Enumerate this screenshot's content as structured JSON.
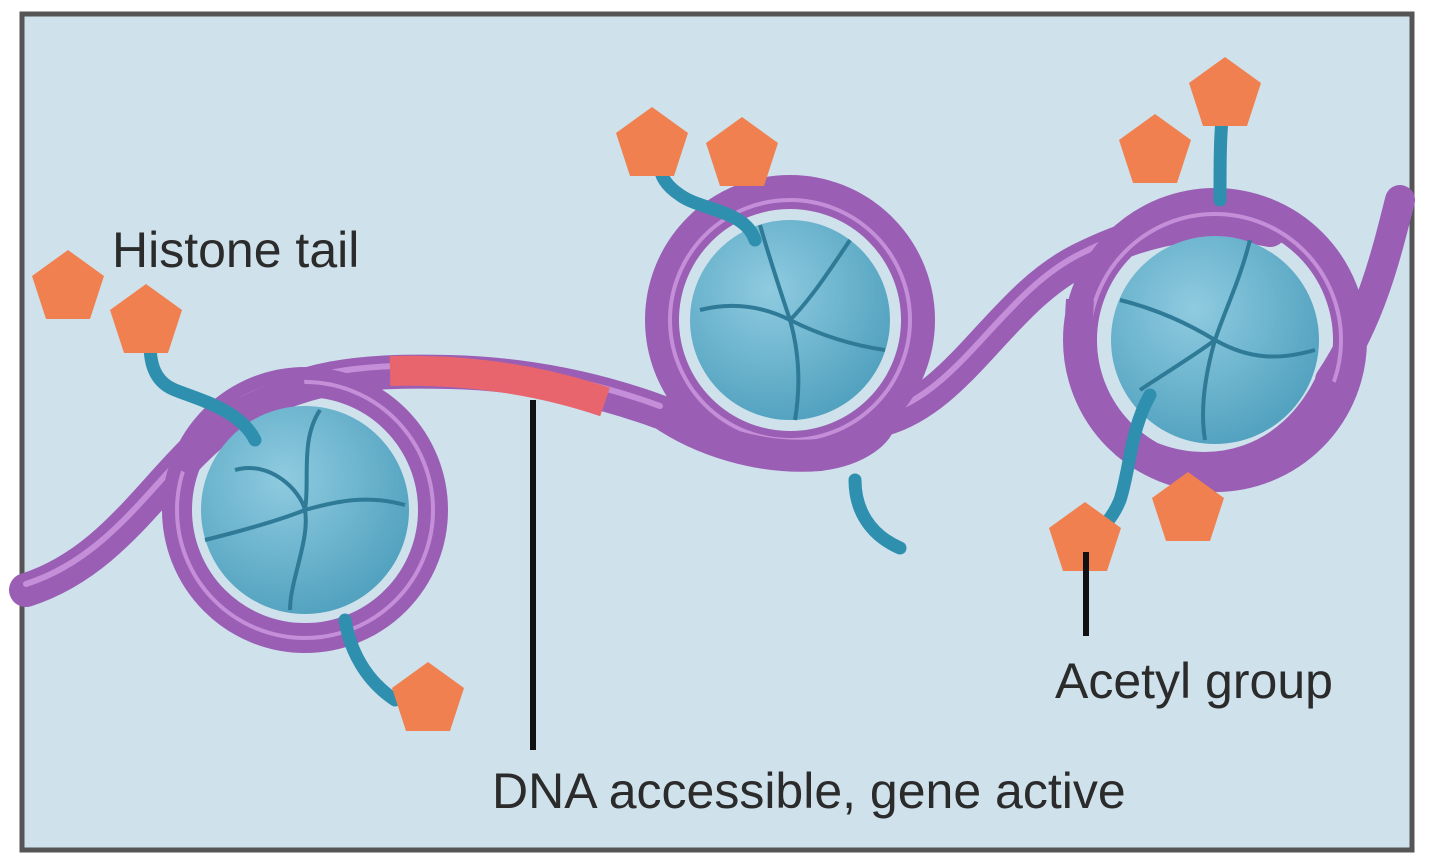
{
  "diagram": {
    "labels": {
      "histone_tail": "Histone tail",
      "dna_accessible": "DNA accessible, gene active",
      "acetyl_group": "Acetyl group"
    },
    "colors": {
      "background": "#cfe2ec",
      "frame": "#555555",
      "dna": "#9a5fb4",
      "dna_highlight": "#c48fd8",
      "dna_active_region": "#e8656d",
      "histone_core": "#4fa0be",
      "histone_core_light": "#8fcbe0",
      "histone_seam": "#2f7a97",
      "histone_tail": "#2e8fae",
      "acetyl_group": "#f0804f"
    }
  }
}
